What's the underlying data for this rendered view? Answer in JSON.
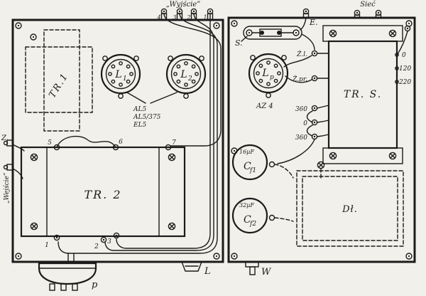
{
  "diagram": {
    "top": {
      "wyjscie_label": "„Wyjście”",
      "output_terminals": [
        "4",
        "3",
        "2",
        "1"
      ],
      "siec_label": "Sieć"
    },
    "left_panel": {
      "tr1_label": "TR.1",
      "socket_l1": {
        "main": "L",
        "sub": "1"
      },
      "socket_l2": {
        "main": "L",
        "sub": "2"
      },
      "tube_types": [
        "AL5",
        "AL5/375",
        "EL5"
      ],
      "z_label": "Z.",
      "wejscie_label": "„Wejście”",
      "tr2_label": "TR. 2",
      "tr2_top_terminals": [
        "5",
        "6",
        "7"
      ],
      "tr2_bottom_terminals": [
        "1",
        "2",
        "3"
      ]
    },
    "right_panel": {
      "s_label": "S.",
      "e_label": "E.",
      "socket_lp": {
        "main": "L",
        "sub": "p"
      },
      "az4_label": "AZ 4",
      "strip_labels": [
        "Ż.l.",
        "Ż.pr.",
        "360",
        "0",
        "360"
      ],
      "trs_label": "TR. S.",
      "mains_taps": [
        "0",
        "120",
        "220"
      ],
      "cap1": {
        "value": "16µF",
        "main": "C",
        "sub": "f1"
      },
      "cap2": {
        "value": "32µF",
        "main": "C",
        "sub": "f2"
      },
      "dl_label": "Dł."
    },
    "bottom": {
      "p_label": "p",
      "l_label": "L",
      "w_label": "W"
    },
    "colors": {
      "ink": "#1b1b1b",
      "paper": "#f2f0ea"
    }
  }
}
